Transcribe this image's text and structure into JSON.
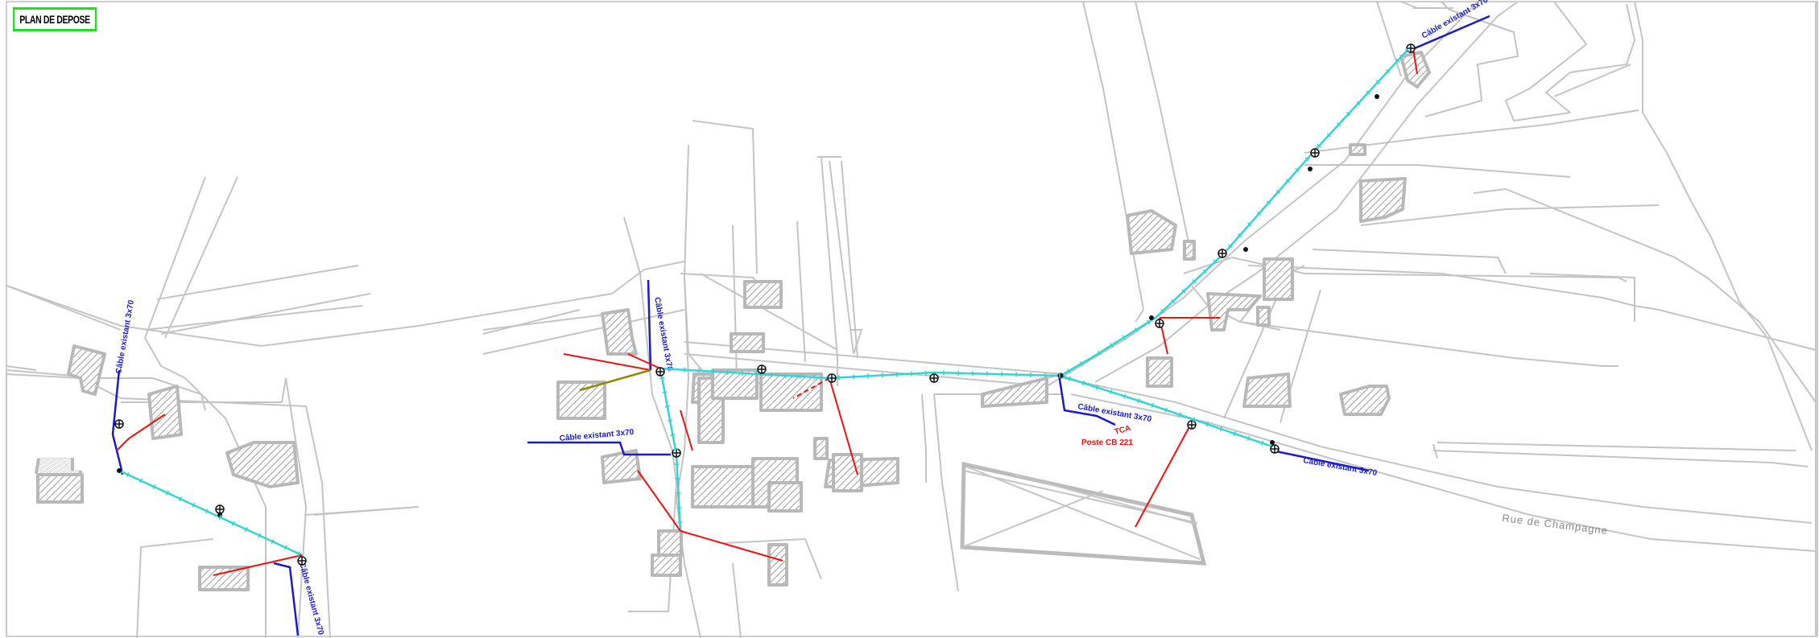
{
  "plan": {
    "title": "PLAN DE DEPOSE"
  },
  "labels": {
    "cable_existing_1": "Câble existant 3x70",
    "cable_existing_2": "Câble existant 3x70",
    "cable_existing_3": "Câble existant 3x70",
    "cable_existing_4": "Câble existant 3x70",
    "cable_existing_5": "Câble existant 3x70",
    "cable_existing_6": "Câble existant 3x70",
    "cable_existing_7": "Câble existant 3x70",
    "poste": "Poste CB 221",
    "street": "Rue de Champagne"
  },
  "colors": {
    "network": "#33d4d4",
    "branch": "#ee1111",
    "cable": "#1a1ac8",
    "parcel": "#c4c4c4",
    "title_border": "#22dd22"
  }
}
